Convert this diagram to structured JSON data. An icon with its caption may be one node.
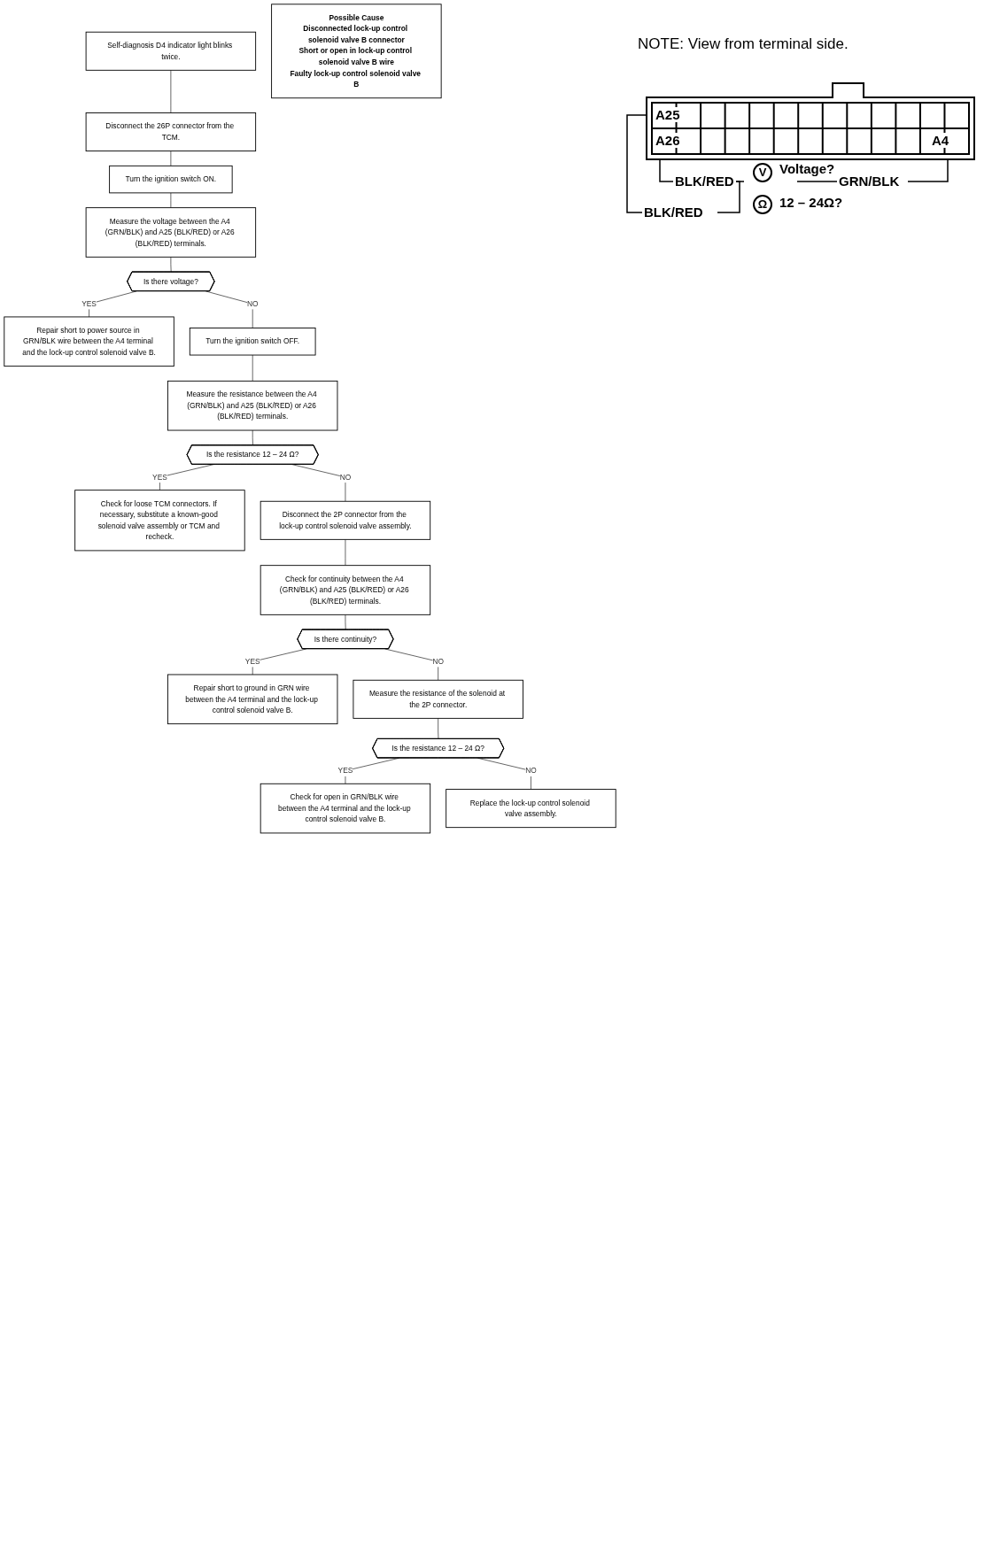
{
  "diagram": {
    "nodes": [
      {
        "text": [
          "Self-diagnosis D4 indicator light blinks twice."
        ]
      },
      {
        "text": [
          "Disconnect the 26P connector from the TCM."
        ]
      },
      {
        "text": [
          "Turn the ignition switch ON."
        ]
      },
      {
        "text": [
          "Measure the voltage between the A4 (GRN/BLK) and A25 (BLK/RED) or A26 (BLK/RED) terminals."
        ]
      },
      {
        "text": [
          "Is there voltage?"
        ]
      },
      {
        "text": [
          "Repair short to power source in GRN/BLK wire between the A4 terminal and the lock-up control solenoid valve B."
        ]
      },
      {
        "text": [
          "Turn the ignition switch OFF."
        ]
      },
      {
        "text": [
          "Measure the resistance between the A4 (GRN/BLK) and A25 (BLK/RED) or A26 (BLK/RED) terminals."
        ]
      },
      {
        "text": [
          "Is the resistance 12 – 24 Ω?"
        ]
      },
      {
        "text": [
          "Check for loose TCM connectors. If necessary, substitute a known-good solenoid valve assembly or TCM and recheck."
        ]
      },
      {
        "text": [
          "Disconnect the 2P connector from the lock-up control solenoid valve assembly."
        ]
      },
      {
        "text": [
          "Check for continuity between the A4 (GRN/BLK) and A25 (BLK/RED) or A26 (BLK/RED) terminals."
        ]
      },
      {
        "text": [
          "Is there continuity?"
        ]
      },
      {
        "text": [
          "Repair short to ground in GRN wire between the A4 terminal and the lock-up control solenoid valve B."
        ]
      },
      {
        "text": [
          "Measure the resistance of the solenoid at the 2P connector."
        ]
      },
      {
        "text": [
          "Is the resistance 12 – 24 Ω?"
        ]
      },
      {
        "text": [
          "Check for open in GRN/BLK wire between the A4 terminal and the lock-up control solenoid valve B."
        ]
      },
      {
        "text": [
          "Replace the lock-up control solenoid valve assembly."
        ]
      },
      {
        "text": [
          "Possible Cause",
          "Disconnected lock-up control solenoid valve B connector",
          "Short or open in lock-up control solenoid valve B wire",
          "Faulty lock-up control solenoid valve B"
        ]
      }
    ],
    "edges": [
      {
        "from": 0,
        "to": 1,
        "arrow": "none"
      },
      {
        "from": 1,
        "to": 2,
        "arrow": "none"
      },
      {
        "from": 2,
        "to": 3,
        "arrow": "none"
      },
      {
        "from": 3,
        "to": 4,
        "arrow": "none"
      },
      {
        "from": 4,
        "to": 5,
        "arrow": "none",
        "label": "YES"
      },
      {
        "from": 4,
        "to": 6,
        "arrow": "none",
        "label": "NO"
      },
      {
        "from": 6,
        "to": 7,
        "arrow": "none"
      },
      {
        "from": 7,
        "to": 8,
        "arrow": "none"
      },
      {
        "from": 8,
        "to": 9,
        "arrow": "none",
        "label": "YES"
      },
      {
        "from": 8,
        "to": 10,
        "arrow": "none",
        "label": "NO"
      },
      {
        "from": 10,
        "to": 11,
        "arrow": "none"
      },
      {
        "from": 11,
        "to": 12,
        "arrow": "none"
      },
      {
        "from": 12,
        "to": 13,
        "arrow": "none",
        "label": "YES"
      },
      {
        "from": 12,
        "to": 14,
        "arrow": "none",
        "label": "NO"
      },
      {
        "from": 14,
        "to": 15,
        "arrow": "none"
      },
      {
        "from": 15,
        "to": 16,
        "arrow": "none",
        "label": "YES"
      },
      {
        "from": 15,
        "to": 17,
        "arrow": "none",
        "label": "NO"
      }
    ],
    "labels": [
      "NOTE:  View from terminal side.",
      "A25",
      "A26",
      "A4",
      "V",
      "Voltage?",
      "BLK/RED",
      "GRN/BLK",
      "Ω",
      "12 – 24Ω?",
      "BLK/RED"
    ]
  }
}
